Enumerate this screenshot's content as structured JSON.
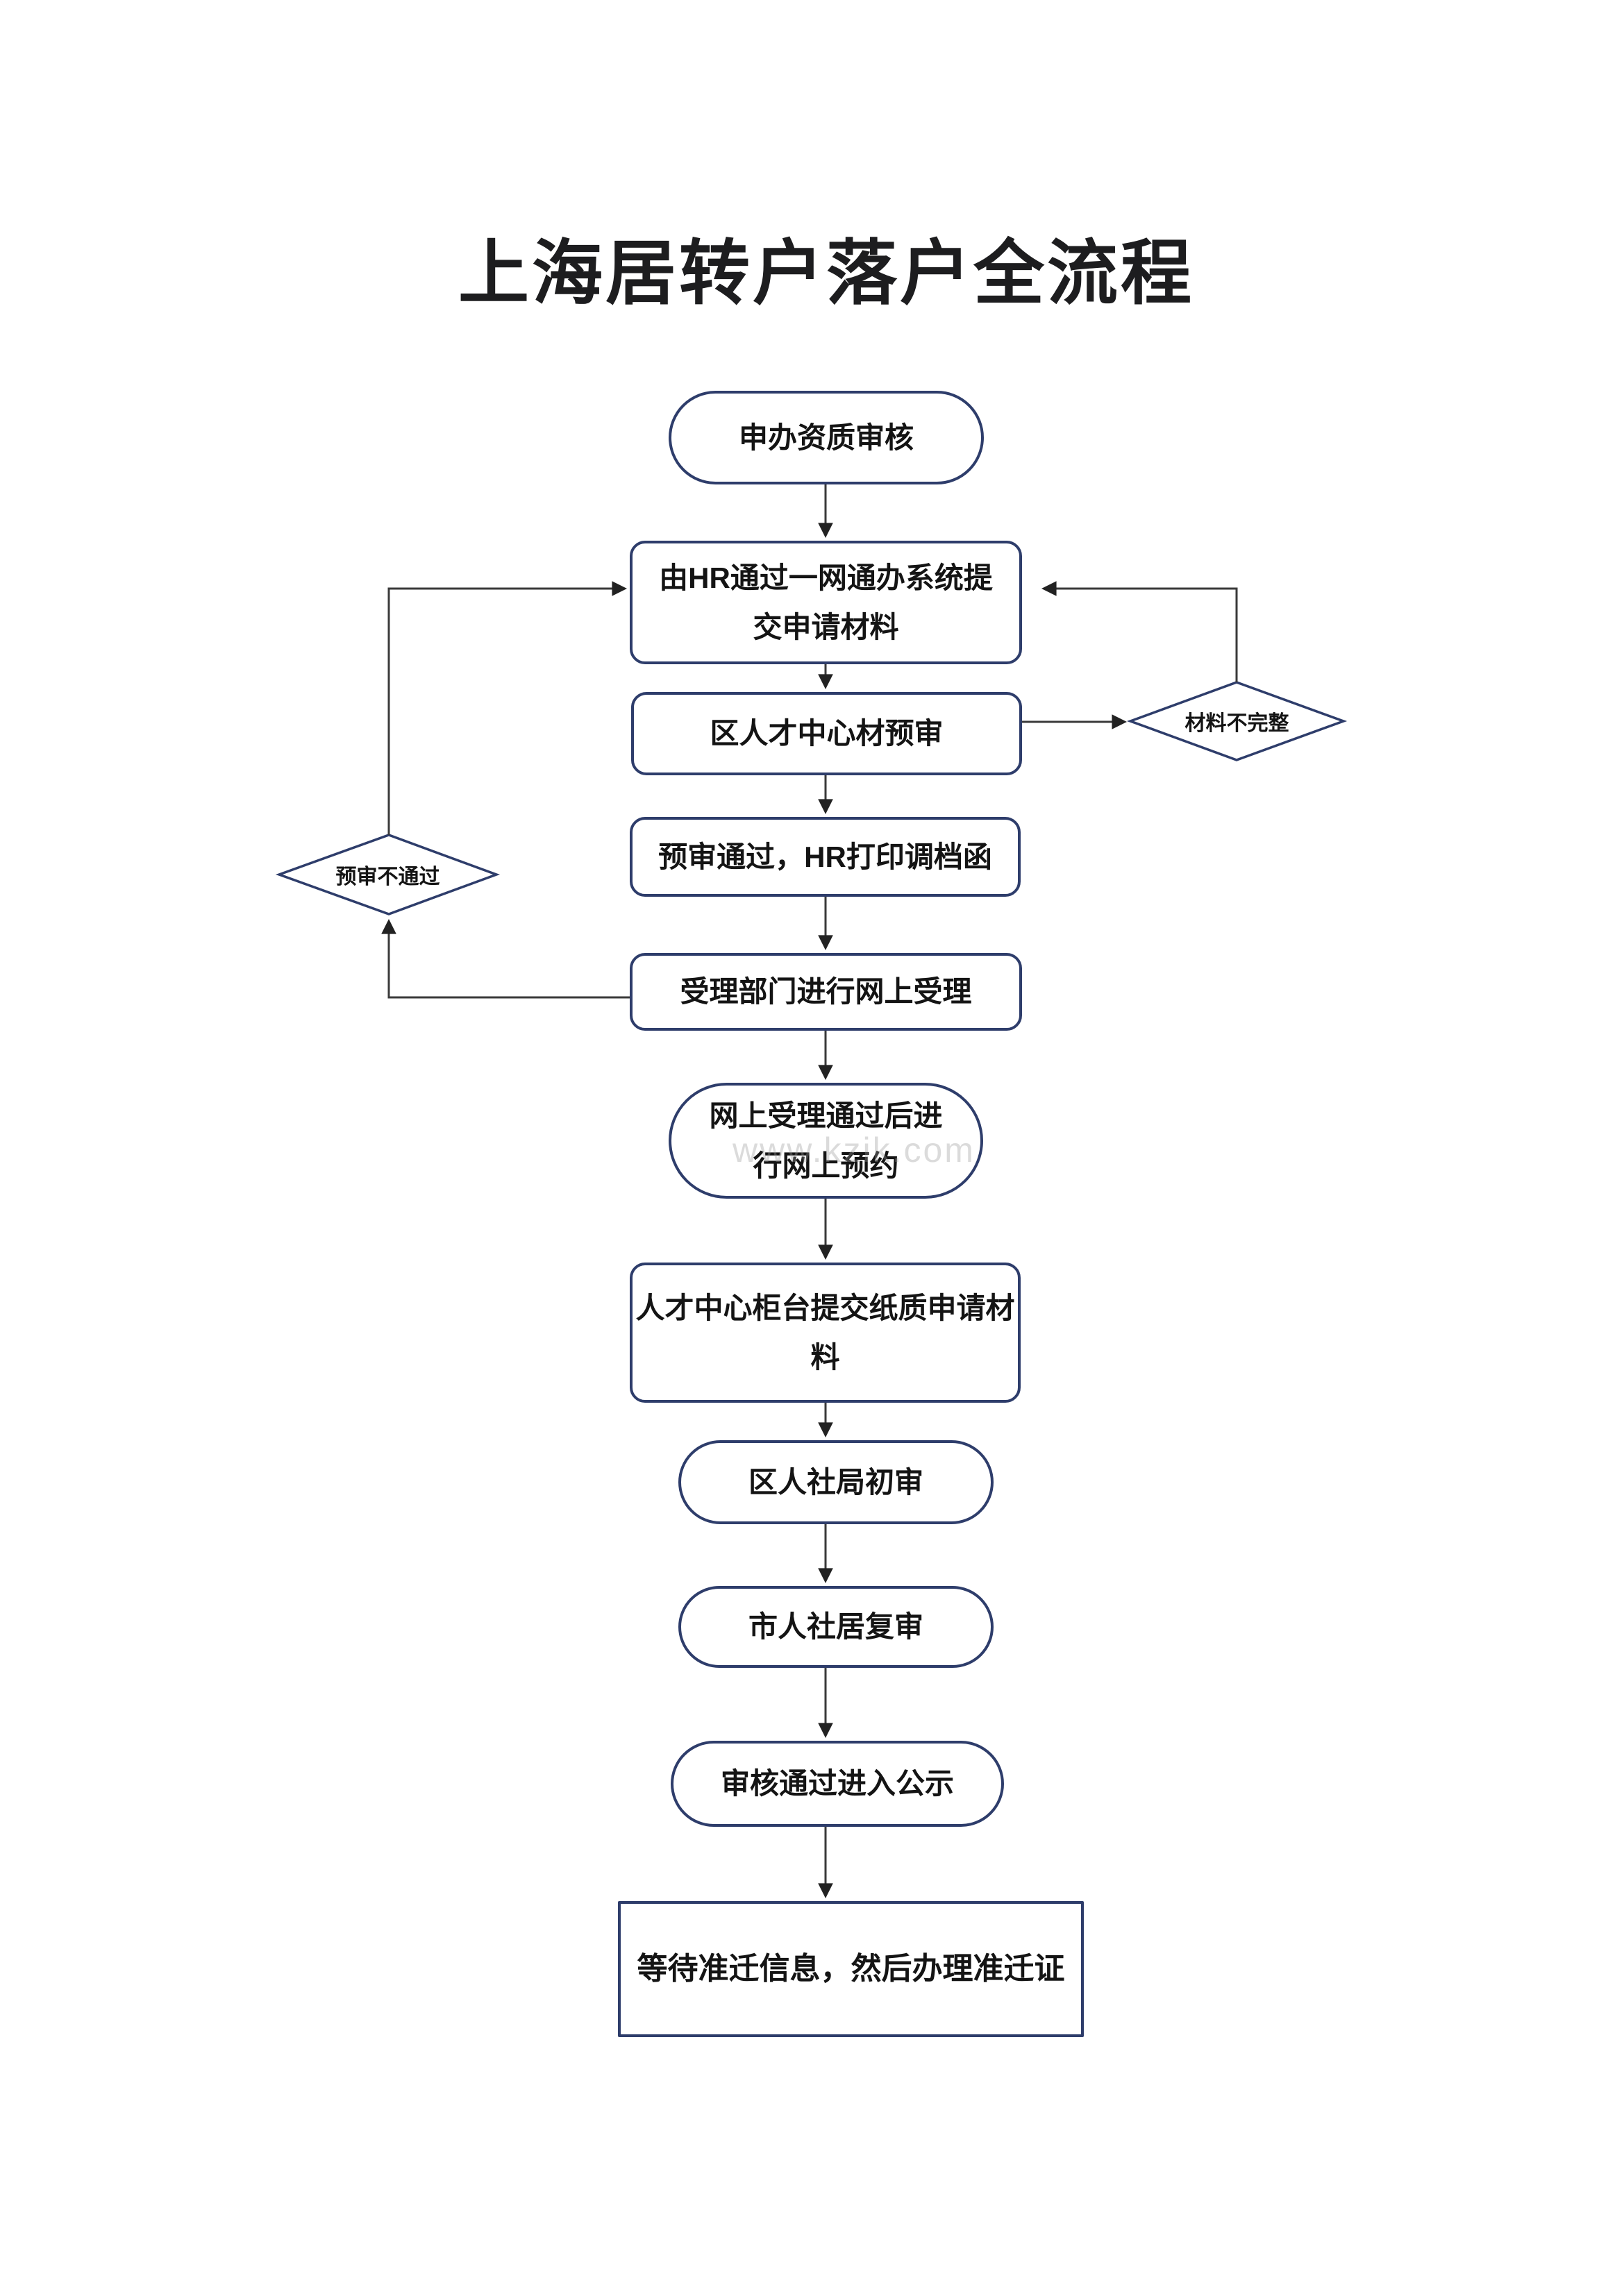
{
  "title": "上海居转户落户全流程",
  "watermark": "www.kzik.com",
  "colors": {
    "node_border": "#2e3d6b",
    "connector": "#3a3a3a",
    "arrowhead": "#222222",
    "text": "#141414",
    "background": "#ffffff"
  },
  "nodes": [
    {
      "id": "start",
      "shape": "stadium",
      "label": "申办资质审核"
    },
    {
      "id": "hr-submit",
      "shape": "rounded-rect",
      "label": "由HR通过一网通办系统提交申请材料"
    },
    {
      "id": "district-precheck",
      "shape": "rounded-rect",
      "label": "区人才中心材预审"
    },
    {
      "id": "materials-incomplete",
      "shape": "diamond",
      "label": "材料不完整"
    },
    {
      "id": "precheck-pass",
      "shape": "rounded-rect",
      "label": "预审通过，HR打印调档函"
    },
    {
      "id": "precheck-fail",
      "shape": "diamond",
      "label": "预审不通过"
    },
    {
      "id": "online-accept",
      "shape": "rounded-rect",
      "label": "受理部门进行网上受理"
    },
    {
      "id": "online-booking",
      "shape": "stadium",
      "label": "网上受理通过后进行网上预约"
    },
    {
      "id": "counter-submit",
      "shape": "rounded-rect",
      "label": "人才中心柜台提交纸质申请材料"
    },
    {
      "id": "district-review",
      "shape": "stadium",
      "label": "区人社局初审"
    },
    {
      "id": "city-review",
      "shape": "stadium",
      "label": "市人社居复审"
    },
    {
      "id": "publicity",
      "shape": "stadium",
      "label": "审核通过进入公示"
    },
    {
      "id": "final",
      "shape": "rect",
      "label": "等待准迁信息，然后办理准迁证"
    }
  ]
}
